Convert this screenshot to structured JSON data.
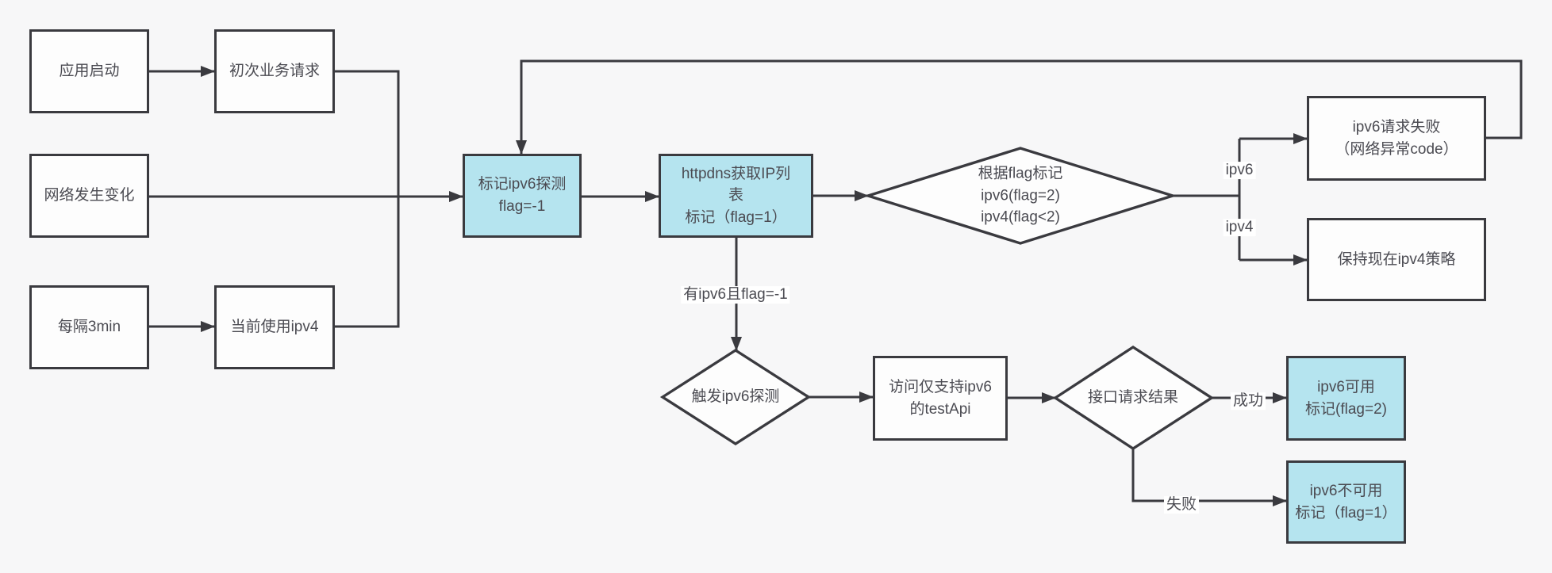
{
  "diagram": {
    "colors": {
      "background": "#f7f7f8",
      "node_fill": "#fdfdfd",
      "highlight_fill": "#b5e4ef",
      "line": "#3a3a3f",
      "text": "#4b4b52"
    },
    "nodes": {
      "app_start": {
        "type": "process",
        "label": "应用启动"
      },
      "first_request": {
        "type": "process",
        "label": "初次业务请求"
      },
      "network_change": {
        "type": "process",
        "label": "网络发生变化"
      },
      "every_3min": {
        "type": "process",
        "label": "每隔3min"
      },
      "current_ipv4": {
        "type": "process",
        "label": "当前使用ipv4"
      },
      "mark_probe": {
        "type": "process-highlight",
        "label": "标记ipv6探测\nflag=-1"
      },
      "httpdns": {
        "type": "process-highlight",
        "label": "httpdns获取IP列\n表\n标记（flag=1）"
      },
      "flag_decision": {
        "type": "decision",
        "label": "根据flag标记\nipv6(flag=2)\nipv4(flag<2)"
      },
      "ipv6_fail": {
        "type": "process",
        "label": "ipv6请求失败\n（网络异常code）"
      },
      "keep_ipv4": {
        "type": "process",
        "label": "保持现在ipv4策略"
      },
      "trigger_probe": {
        "type": "decision",
        "label": "触发ipv6探测"
      },
      "testapi": {
        "type": "process",
        "label": "访问仅支持ipv6\n的testApi"
      },
      "result_decision": {
        "type": "decision",
        "label": "接口请求结果"
      },
      "ipv6_ok": {
        "type": "process-highlight",
        "label": "ipv6可用\n标记(flag=2)"
      },
      "ipv6_bad": {
        "type": "process-highlight",
        "label": "ipv6不可用\n标记（flag=1）"
      }
    },
    "edge_labels": {
      "has_ipv6_flag": "有ipv6且flag=-1",
      "ipv6": "ipv6",
      "ipv4": "ipv4",
      "success": "成功",
      "fail": "失败"
    }
  }
}
